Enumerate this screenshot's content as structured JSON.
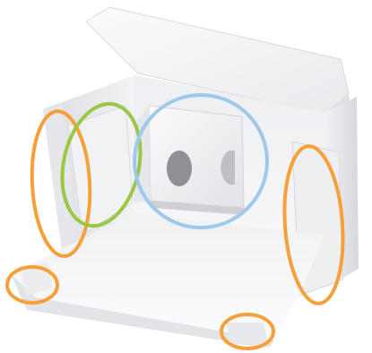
{
  "image": {
    "subject": "open-white-cardboard-box",
    "background_color": "#ffffff"
  },
  "annotations": [
    {
      "id": "left-flap-ellipse",
      "color": "#f5a03a"
    },
    {
      "id": "left-inner-ellipse",
      "color": "#9bc646"
    },
    {
      "id": "center-insert-ellipse",
      "color": "#9ec9ea"
    },
    {
      "id": "right-flap-ellipse",
      "color": "#f5a03a"
    },
    {
      "id": "bottom-left-corner-ellipse",
      "color": "#f5a03a"
    },
    {
      "id": "bottom-right-corner-ellipse",
      "color": "#f5a03a"
    }
  ],
  "colors": {
    "box_light": "#f7f7f8",
    "box_mid": "#e4e5e8",
    "box_shadow": "#c9cbd0",
    "hole_dark": "#8e9096"
  }
}
